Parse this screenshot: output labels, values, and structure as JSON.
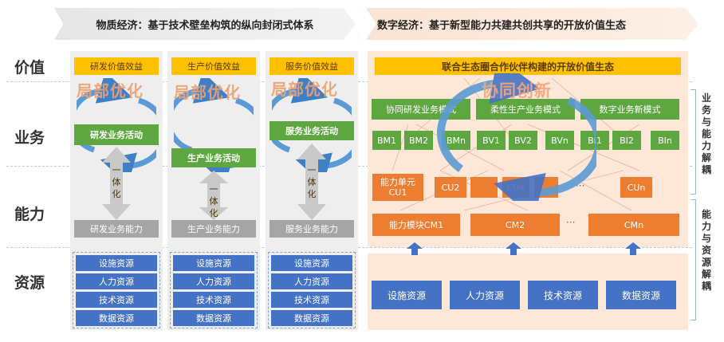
{
  "headers": {
    "left": "物质经济：基于技术壁垒构筑的纵向封闭式体系",
    "right": "数字经济：基于新型能力共建共创共享的开放价值生态"
  },
  "rows": [
    "价值",
    "业务",
    "能力",
    "资源"
  ],
  "columns": [
    {
      "value": "研发价值效益",
      "optimize": "局部优化",
      "activity": "研发业务活动",
      "integration": "一体化",
      "capability": "研发业务能力",
      "resources": [
        "设施资源",
        "人力资源",
        "技术资源",
        "数据资源"
      ]
    },
    {
      "value": "生产价值效益",
      "optimize": "局部优化",
      "activity": "生产业务活动",
      "integration": "一体化",
      "capability": "生产业务能力",
      "resources": [
        "设施资源",
        "人力资源",
        "技术资源",
        "数据资源"
      ]
    },
    {
      "value": "服务价值效益",
      "optimize": "局部优化",
      "activity": "服务业务活动",
      "integration": "一体化",
      "capability": "服务业务能力",
      "resources": [
        "设施资源",
        "人力资源",
        "技术资源",
        "数据资源"
      ]
    }
  ],
  "right": {
    "value": "联合生态圈合作伙伴构建的开放价值生态",
    "collab": "协同创新",
    "modes": [
      "协同研发业务模式",
      "柔性生产业务模式",
      "数字业务新模式"
    ],
    "bms": [
      "BM1",
      "BM2",
      "BMn",
      "BV1",
      "BV2",
      "BVn",
      "BI1",
      "BI2",
      "BIn"
    ],
    "cu": [
      "能力单元CU1",
      "CU2",
      "CU4",
      "CUn"
    ],
    "ellipsis": "···",
    "cm": [
      "能力模块CM1",
      "CM2",
      "CMn"
    ],
    "resources": [
      "设施资源",
      "人力资源",
      "技术资源",
      "数据资源"
    ]
  },
  "side": {
    "top": "业务与能力解耦",
    "bottom": "能力与资源解耦"
  },
  "colors": {
    "orange": "#ffc000",
    "green": "#5ea63f",
    "blue": "#4472c4",
    "cu_orange": "#ed7d31",
    "gray": "#a5a5a5"
  }
}
